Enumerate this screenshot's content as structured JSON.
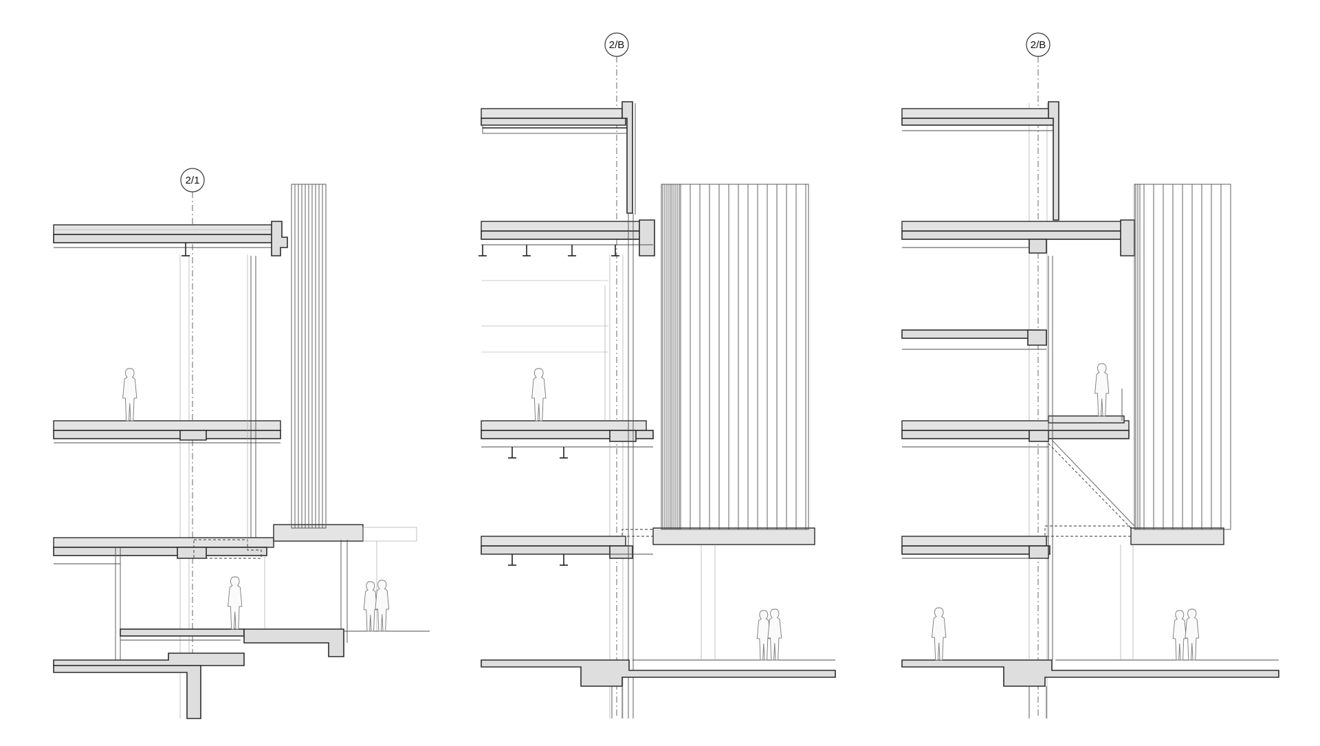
{
  "drawing": {
    "sections": [
      {
        "id": "section-a",
        "axis_tag": "2/1"
      },
      {
        "id": "section-b",
        "axis_tag": "2/B"
      },
      {
        "id": "section-c",
        "axis_tag": "2/B"
      }
    ]
  },
  "colors": {
    "line": "#2b2b2b",
    "cut_fill": "#dedede",
    "background": "#ffffff"
  }
}
